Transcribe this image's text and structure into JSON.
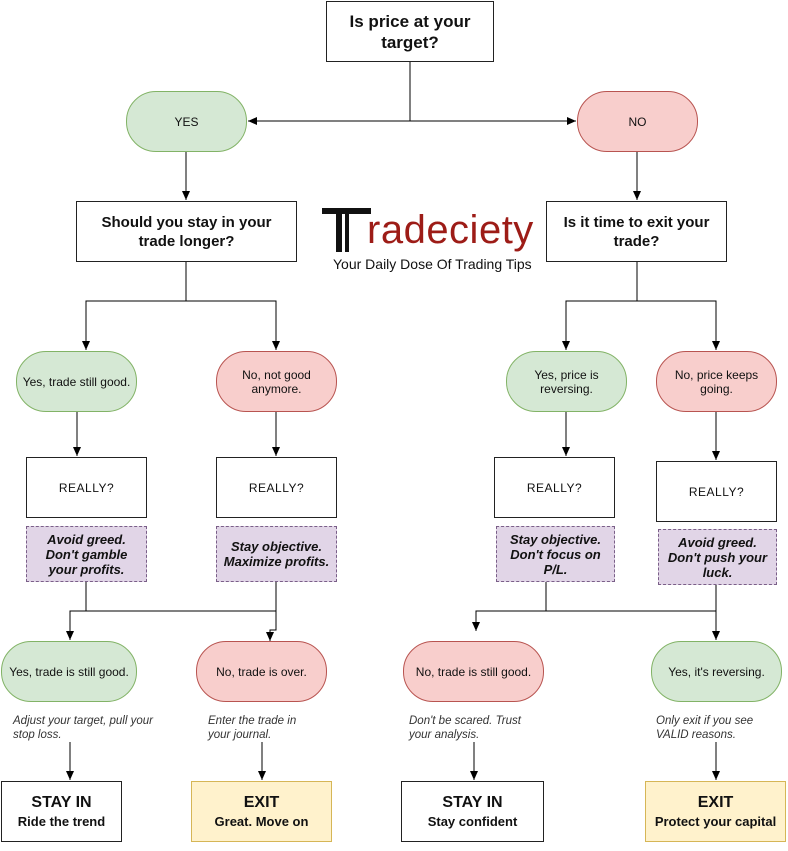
{
  "root": {
    "question": "Is price at your target?"
  },
  "yes_branch": {
    "label": "YES",
    "question": "Should you stay in your trade longer?",
    "left": {
      "answer": "Yes, trade still good.",
      "really": "REALLY?",
      "note": "Avoid greed. Don't gamble your profits."
    },
    "right": {
      "answer": "No, not good anymore.",
      "really": "REALLY?",
      "note": "Stay objective. Maximize profits."
    },
    "outcome_stay": {
      "answer": "Yes, trade is still good.",
      "caption": "Adjust your target, pull your  stop loss.",
      "action": "STAY IN",
      "detail": "Ride the trend"
    },
    "outcome_exit": {
      "answer": "No, trade is over.",
      "caption": "Enter the trade in your journal.",
      "action": "EXIT",
      "detail": "Great. Move on"
    }
  },
  "no_branch": {
    "label": "NO",
    "question": "Is it time to exit your trade?",
    "left": {
      "answer": "Yes, price is reversing.",
      "really": "REALLY?",
      "note": "Stay objective. Don't focus on P/L."
    },
    "right": {
      "answer": "No, price keeps going.",
      "really": "REALLY?",
      "note": "Avoid greed. Don't push your luck."
    },
    "outcome_stay": {
      "answer": "No, trade is still good.",
      "caption": "Don't be scared. Trust your analysis.",
      "action": "STAY IN",
      "detail": "Stay confident"
    },
    "outcome_exit": {
      "answer": "Yes, it's reversing.",
      "caption": "Only exit if you see VALID reasons.",
      "action": "EXIT",
      "detail": "Protect your capital"
    }
  },
  "logo": {
    "name": "radeciety",
    "tagline": "Your Daily Dose Of Trading Tips"
  },
  "colors": {
    "green_fill": "#d5e8d4",
    "green_stroke": "#82b366",
    "red_fill": "#f8cecc",
    "red_stroke": "#b85450",
    "purple_fill": "#e1d5e7",
    "yellow_fill": "#fff2cc",
    "brand_red": "#9d1c17"
  }
}
